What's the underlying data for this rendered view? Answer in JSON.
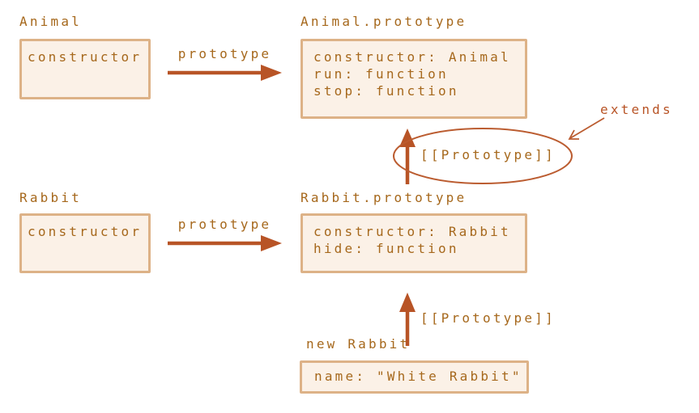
{
  "diagram": {
    "animal": {
      "title": "Animal",
      "field": "constructor"
    },
    "animal_prototype": {
      "title": "Animal.prototype",
      "lines": [
        "constructor: Animal",
        "run: function",
        "stop: function"
      ]
    },
    "rabbit": {
      "title": "Rabbit",
      "field": "constructor"
    },
    "rabbit_prototype": {
      "title": "Rabbit.prototype",
      "lines": [
        "constructor: Rabbit",
        "hide: function"
      ]
    },
    "new_rabbit": {
      "title": "new Rabbit",
      "lines": [
        "name: \"White Rabbit\""
      ]
    },
    "labels": {
      "prototype_top": "prototype",
      "prototype_bottom": "prototype",
      "proto_ref_top": "[[Prototype]]",
      "proto_ref_bottom": "[[Prototype]]",
      "extends": "extends"
    },
    "colors": {
      "text": "#a6681c",
      "arrow": "#b85426",
      "box_border": "#ddb287",
      "box_fill": "#fbf1e7",
      "background": "#ffffff"
    }
  }
}
